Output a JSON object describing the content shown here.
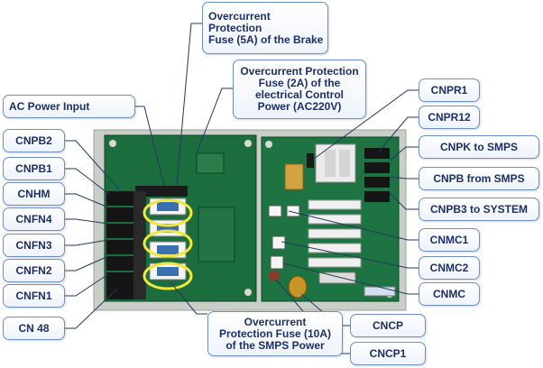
{
  "labels": {
    "ac_power_input": "AC Power Input",
    "cnpb2": "CNPB2",
    "cnpb1": "CNPB1",
    "cnhm": "CNHM",
    "cnfn4": "CNFN4",
    "cnfn3": "CNFN3",
    "cnfn2": "CNFN2",
    "cnfn1": "CNFN1",
    "cn48": "CN 48",
    "fuse_brake": "Overcurrent\nProtection\nFuse (5A) of the Brake",
    "fuse_control": "Overcurrent Protection\nFuse (2A) of the\nelectrical Control\nPower (AC220V)",
    "fuse_smps": "Overcurrent\nProtection Fuse (10A)\nof the SMPS Power",
    "cnpr1": "CNPR1",
    "cnpr12": "CNPR12",
    "cnpk": "CNPK to SMPS",
    "cnpb_from": "CNPB from SMPS",
    "cnpb3": "CNPB3 to SYSTEM",
    "cnmc1": "CNMC1",
    "cnmc2": "CNMC2",
    "cnmc": "CNMC",
    "cncp": "CNCP",
    "cncp1": "CNCP1"
  },
  "colors": {
    "board_bg": "#c7cec6",
    "pcb_green": "#1b6f3e",
    "leader": "#24375f",
    "highlight": "#f1e73a"
  }
}
